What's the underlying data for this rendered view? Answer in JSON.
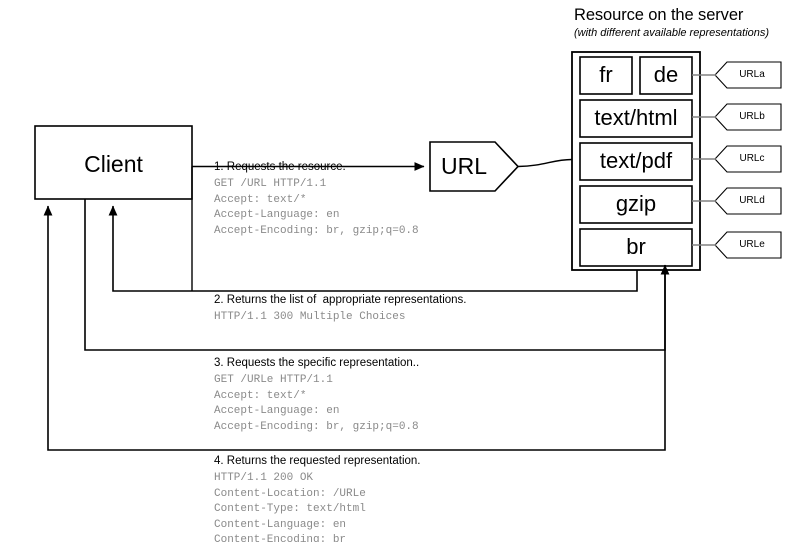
{
  "header": {
    "title": "Resource on the server",
    "subtitle": "(with different available representations)"
  },
  "nodes": {
    "client_label": "Client",
    "url_label": "URL"
  },
  "representations": [
    {
      "id": "fr",
      "label": "fr"
    },
    {
      "id": "de",
      "label": "de"
    },
    {
      "id": "text-html",
      "label": "text/html"
    },
    {
      "id": "text-pdf",
      "label": "text/pdf"
    },
    {
      "id": "gzip",
      "label": "gzip"
    },
    {
      "id": "br",
      "label": "br"
    }
  ],
  "url_tags": [
    {
      "id": "urla",
      "label": "URLa"
    },
    {
      "id": "urlb",
      "label": "URLb"
    },
    {
      "id": "urlc",
      "label": "URLc"
    },
    {
      "id": "urld",
      "label": "URLd"
    },
    {
      "id": "urle",
      "label": "URLe"
    }
  ],
  "steps": [
    {
      "id": "step-1",
      "title": "1. Requests the resource.",
      "body": "GET /URL HTTP/1.1\nAccept: text/*\nAccept-Language: en\nAccept-Encoding: br, gzip;q=0.8"
    },
    {
      "id": "step-2",
      "title": "2. Returns the list of  appropriate representations.",
      "body": "HTTP/1.1 300 Multiple Choices"
    },
    {
      "id": "step-3",
      "title": "3. Requests the specific representation..",
      "body": "GET /URLe HTTP/1.1\nAccept: text/*\nAccept-Language: en\nAccept-Encoding: br, gzip;q=0.8"
    },
    {
      "id": "step-4",
      "title": "4. Returns the requested representation.",
      "body": "HTTP/1.1 200 OK\nContent-Location: /URLe\nContent-Type: text/html\nContent-Language: en\nContent-Encoding: br"
    }
  ],
  "colors": {
    "stroke": "#000000",
    "mono_text": "#8a8a8a",
    "connector_gray": "#808080",
    "background": "#ffffff"
  }
}
